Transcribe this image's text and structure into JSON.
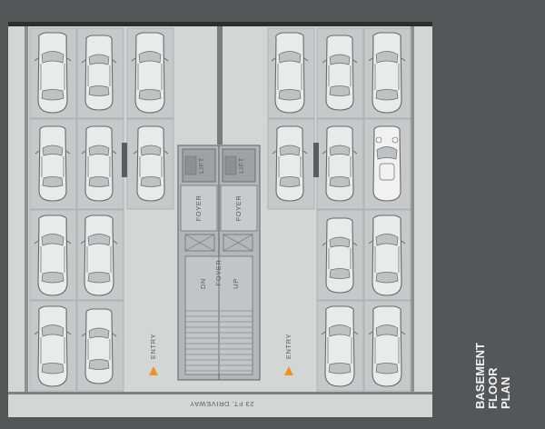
{
  "labels": {
    "lift": "LIFT",
    "foyer": "FOYER",
    "dn": "DN",
    "up": "UP",
    "entry": "ENTRY",
    "driveway": "23 FT. DRIVEWAY"
  },
  "title": {
    "line1": "BASEMENT",
    "line2": "FLOOR",
    "line3": "PLAN"
  },
  "colors": {
    "background": "#555657",
    "floor": "#d4d6d6",
    "bay": "#c3c5c6",
    "entry_marker": "#f0902a"
  }
}
